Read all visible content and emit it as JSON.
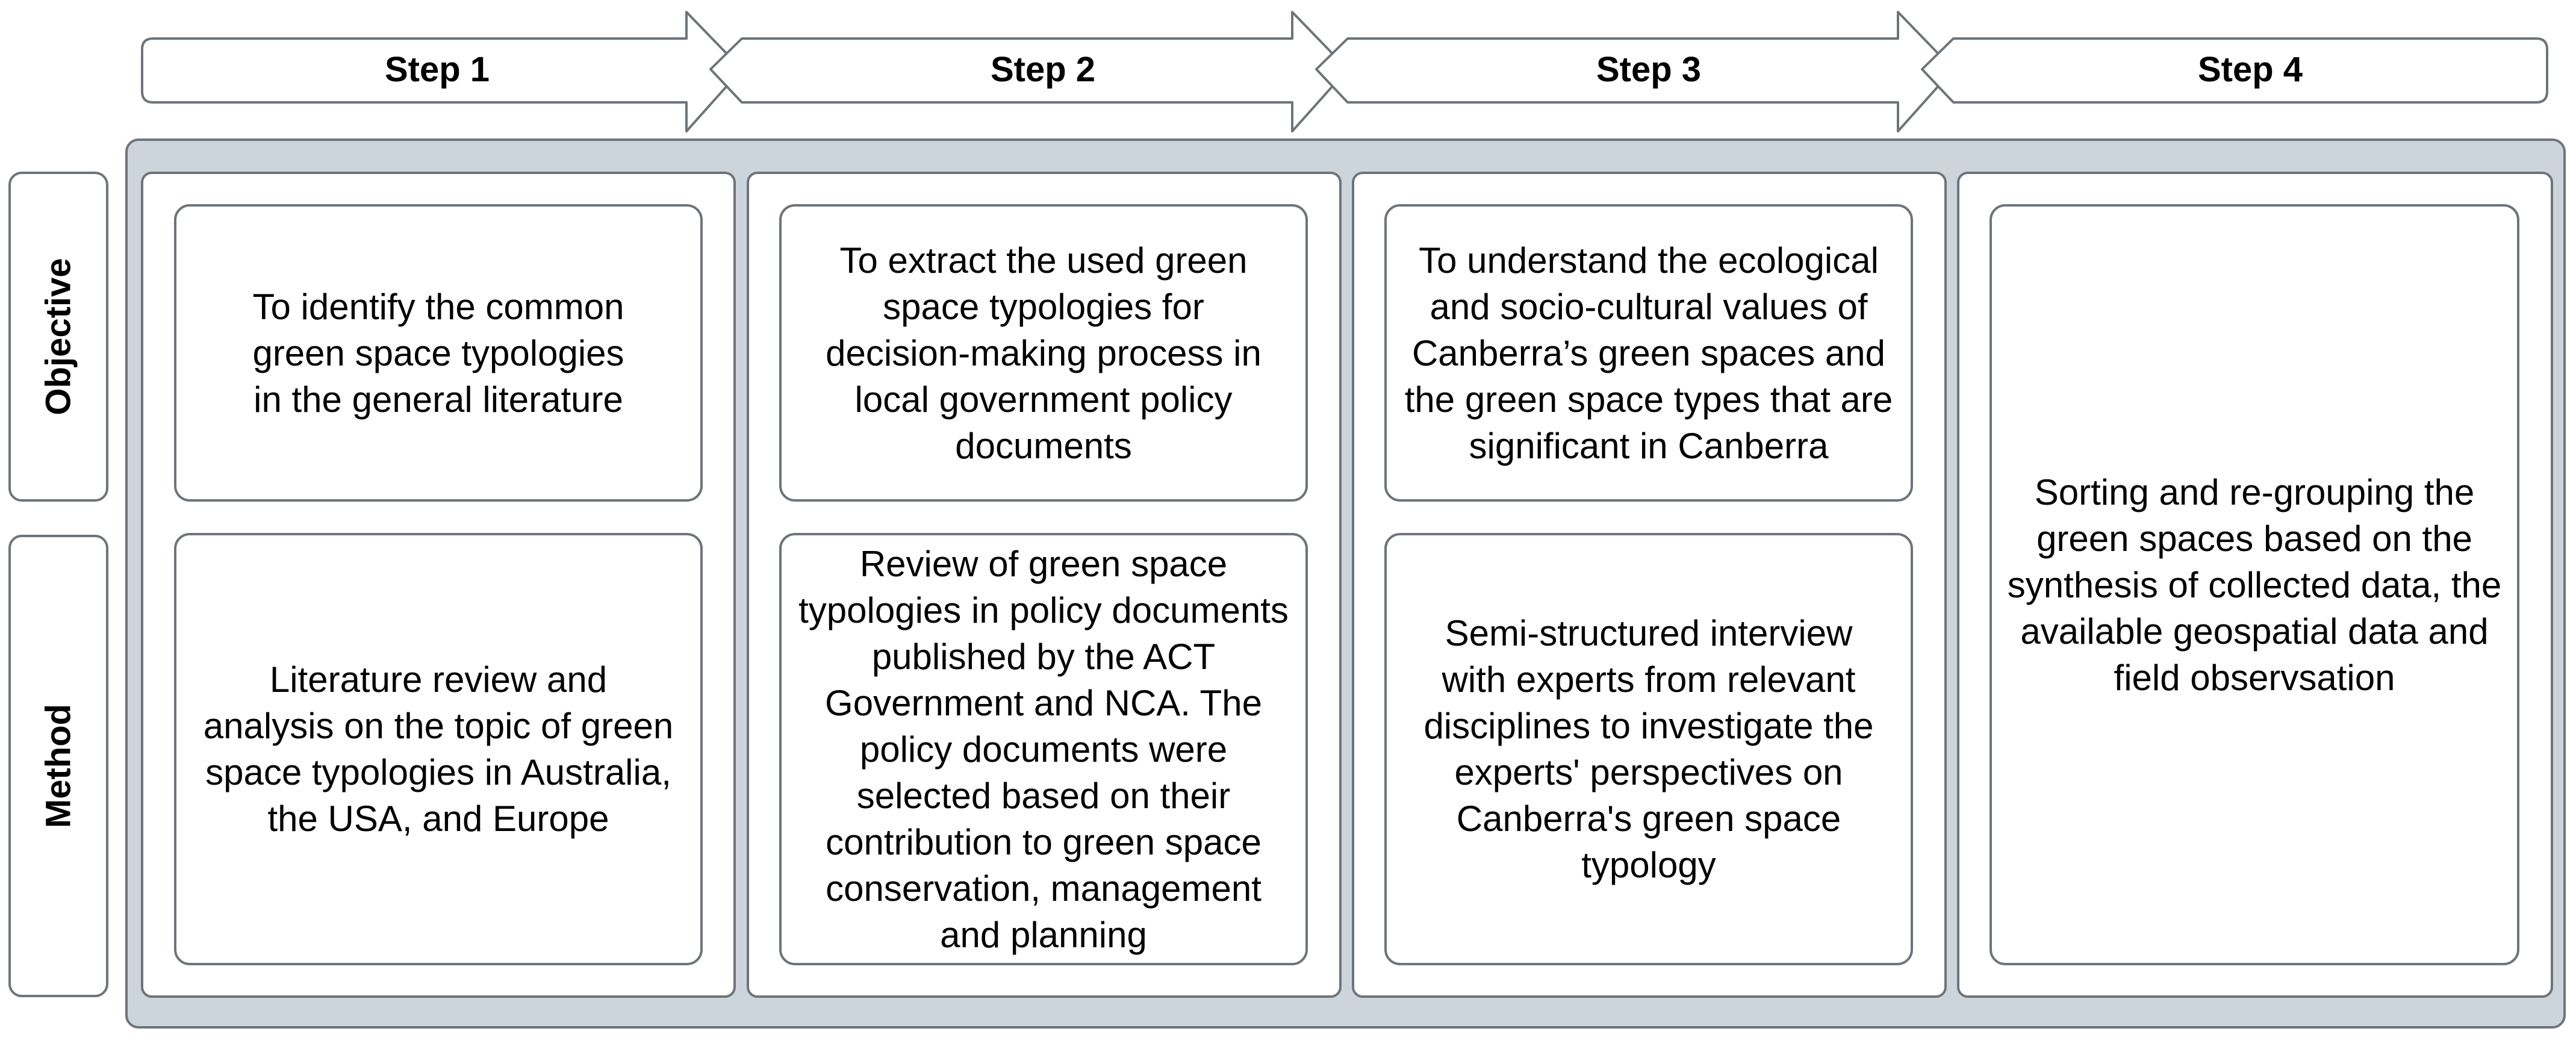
{
  "steps": [
    "Step 1",
    "Step 2",
    "Step 3",
    "Step 4"
  ],
  "rows": {
    "objective": "Objective",
    "method": "Method"
  },
  "step1": {
    "objective": "To identify the common green space typologies in the general literature",
    "method": "Literature review and analysis on the topic of green space typologies in Australia, the USA, and Europe"
  },
  "step2": {
    "objective": "To extract the used green space typologies for decision-making process in local government policy documents",
    "method": "Review of green space typologies in policy documents published by the ACT Government and NCA. The policy documents were selected based on their contribution to green space conservation, management and planning"
  },
  "step3": {
    "objective": "To understand the ecological and socio-cultural values of Canberra’s green spaces and the green space types that are significant in Canberra",
    "method": "Semi-structured interview with experts from relevant disciplines to investigate the experts' perspectives on Canberra's green space typology"
  },
  "step4": {
    "combined": "Sorting and re-grouping the green spaces based on the synthesis of collected data, the available geospatial data and field observsation"
  },
  "colors": {
    "panel_fill": "#cdd5dc",
    "stroke": "#6e7479",
    "box_fill": "#ffffff"
  }
}
